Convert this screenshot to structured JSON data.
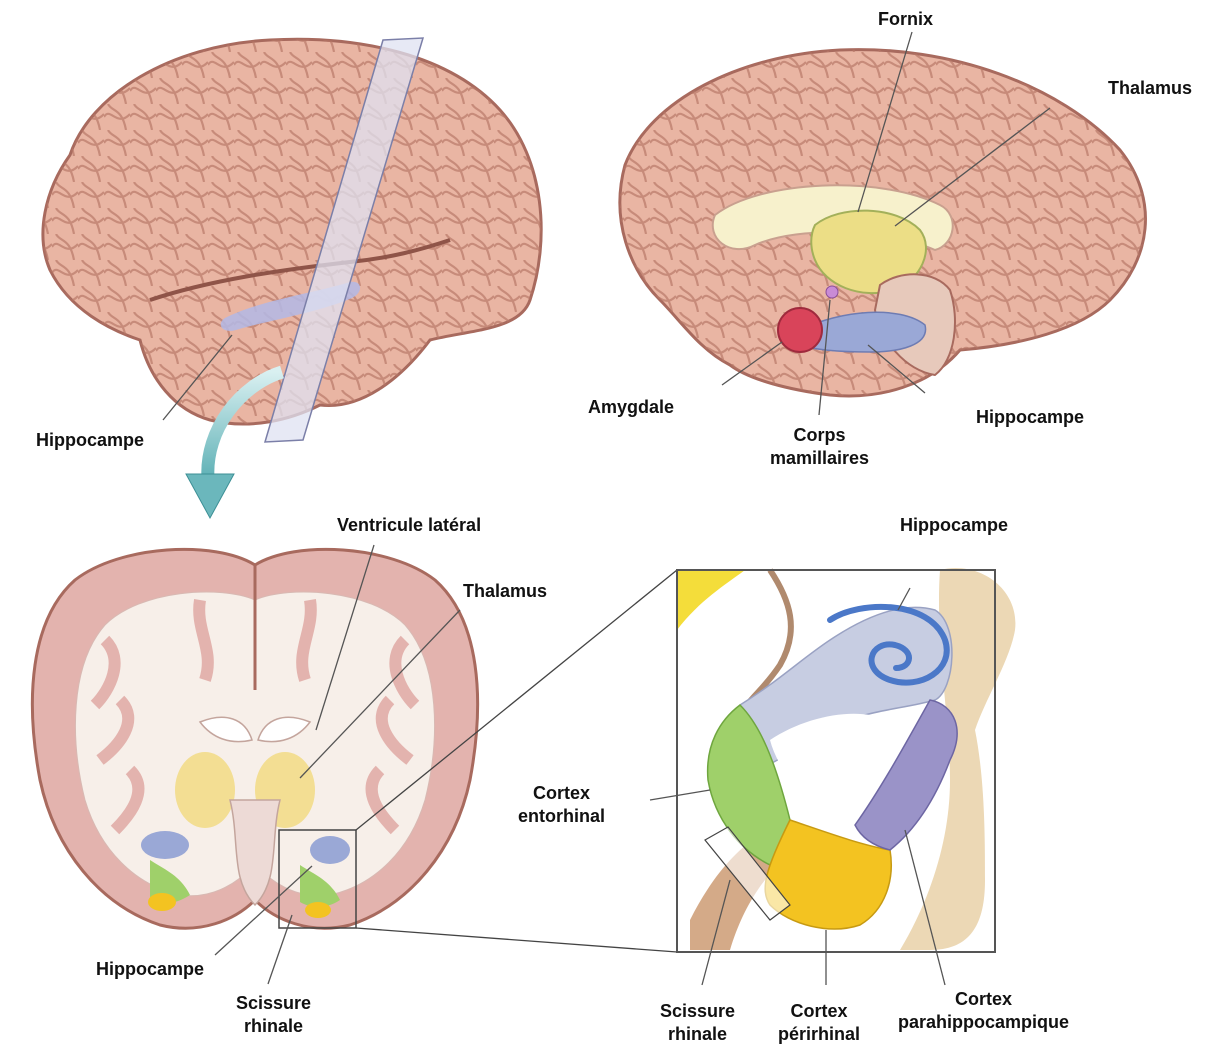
{
  "labels": {
    "fornix": "Fornix",
    "thalamus_top": "Thalamus",
    "amygdale": "Amygdale",
    "corps": [
      "Corps",
      "mamillaires"
    ],
    "hippocampe_medial": "Hippocampe",
    "hippocampe_lateral": "Hippocampe",
    "ventricule": "Ventricule latéral",
    "thalamus_coronal": "Thalamus",
    "hippocampe_detail": "Hippocampe",
    "cortex_entorhinal": [
      "Cortex",
      "entorhinal"
    ],
    "hippocampe_coronal": "Hippocampe",
    "scissure_coronal": [
      "Scissure",
      "rhinale"
    ],
    "scissure_detail": [
      "Scissure",
      "rhinale"
    ],
    "cortex_perirhinal": [
      "Cortex",
      "périrhinal"
    ],
    "cortex_parahippocampique": [
      "Cortex",
      "parahippocampique"
    ]
  },
  "colors": {
    "cortex": "#e9b5a3",
    "sulcus": "#a86a5e",
    "white_matter": "#f7efe9",
    "hippocampus": "#9aa8d6",
    "thalamus": "#f2dc8a",
    "amygdala": "#d9445a",
    "entorhinal": "#9fd06a",
    "perirhinal": "#f3c321",
    "parahippocampal": "#9a93c8",
    "arrow": "#7fc3c7"
  }
}
